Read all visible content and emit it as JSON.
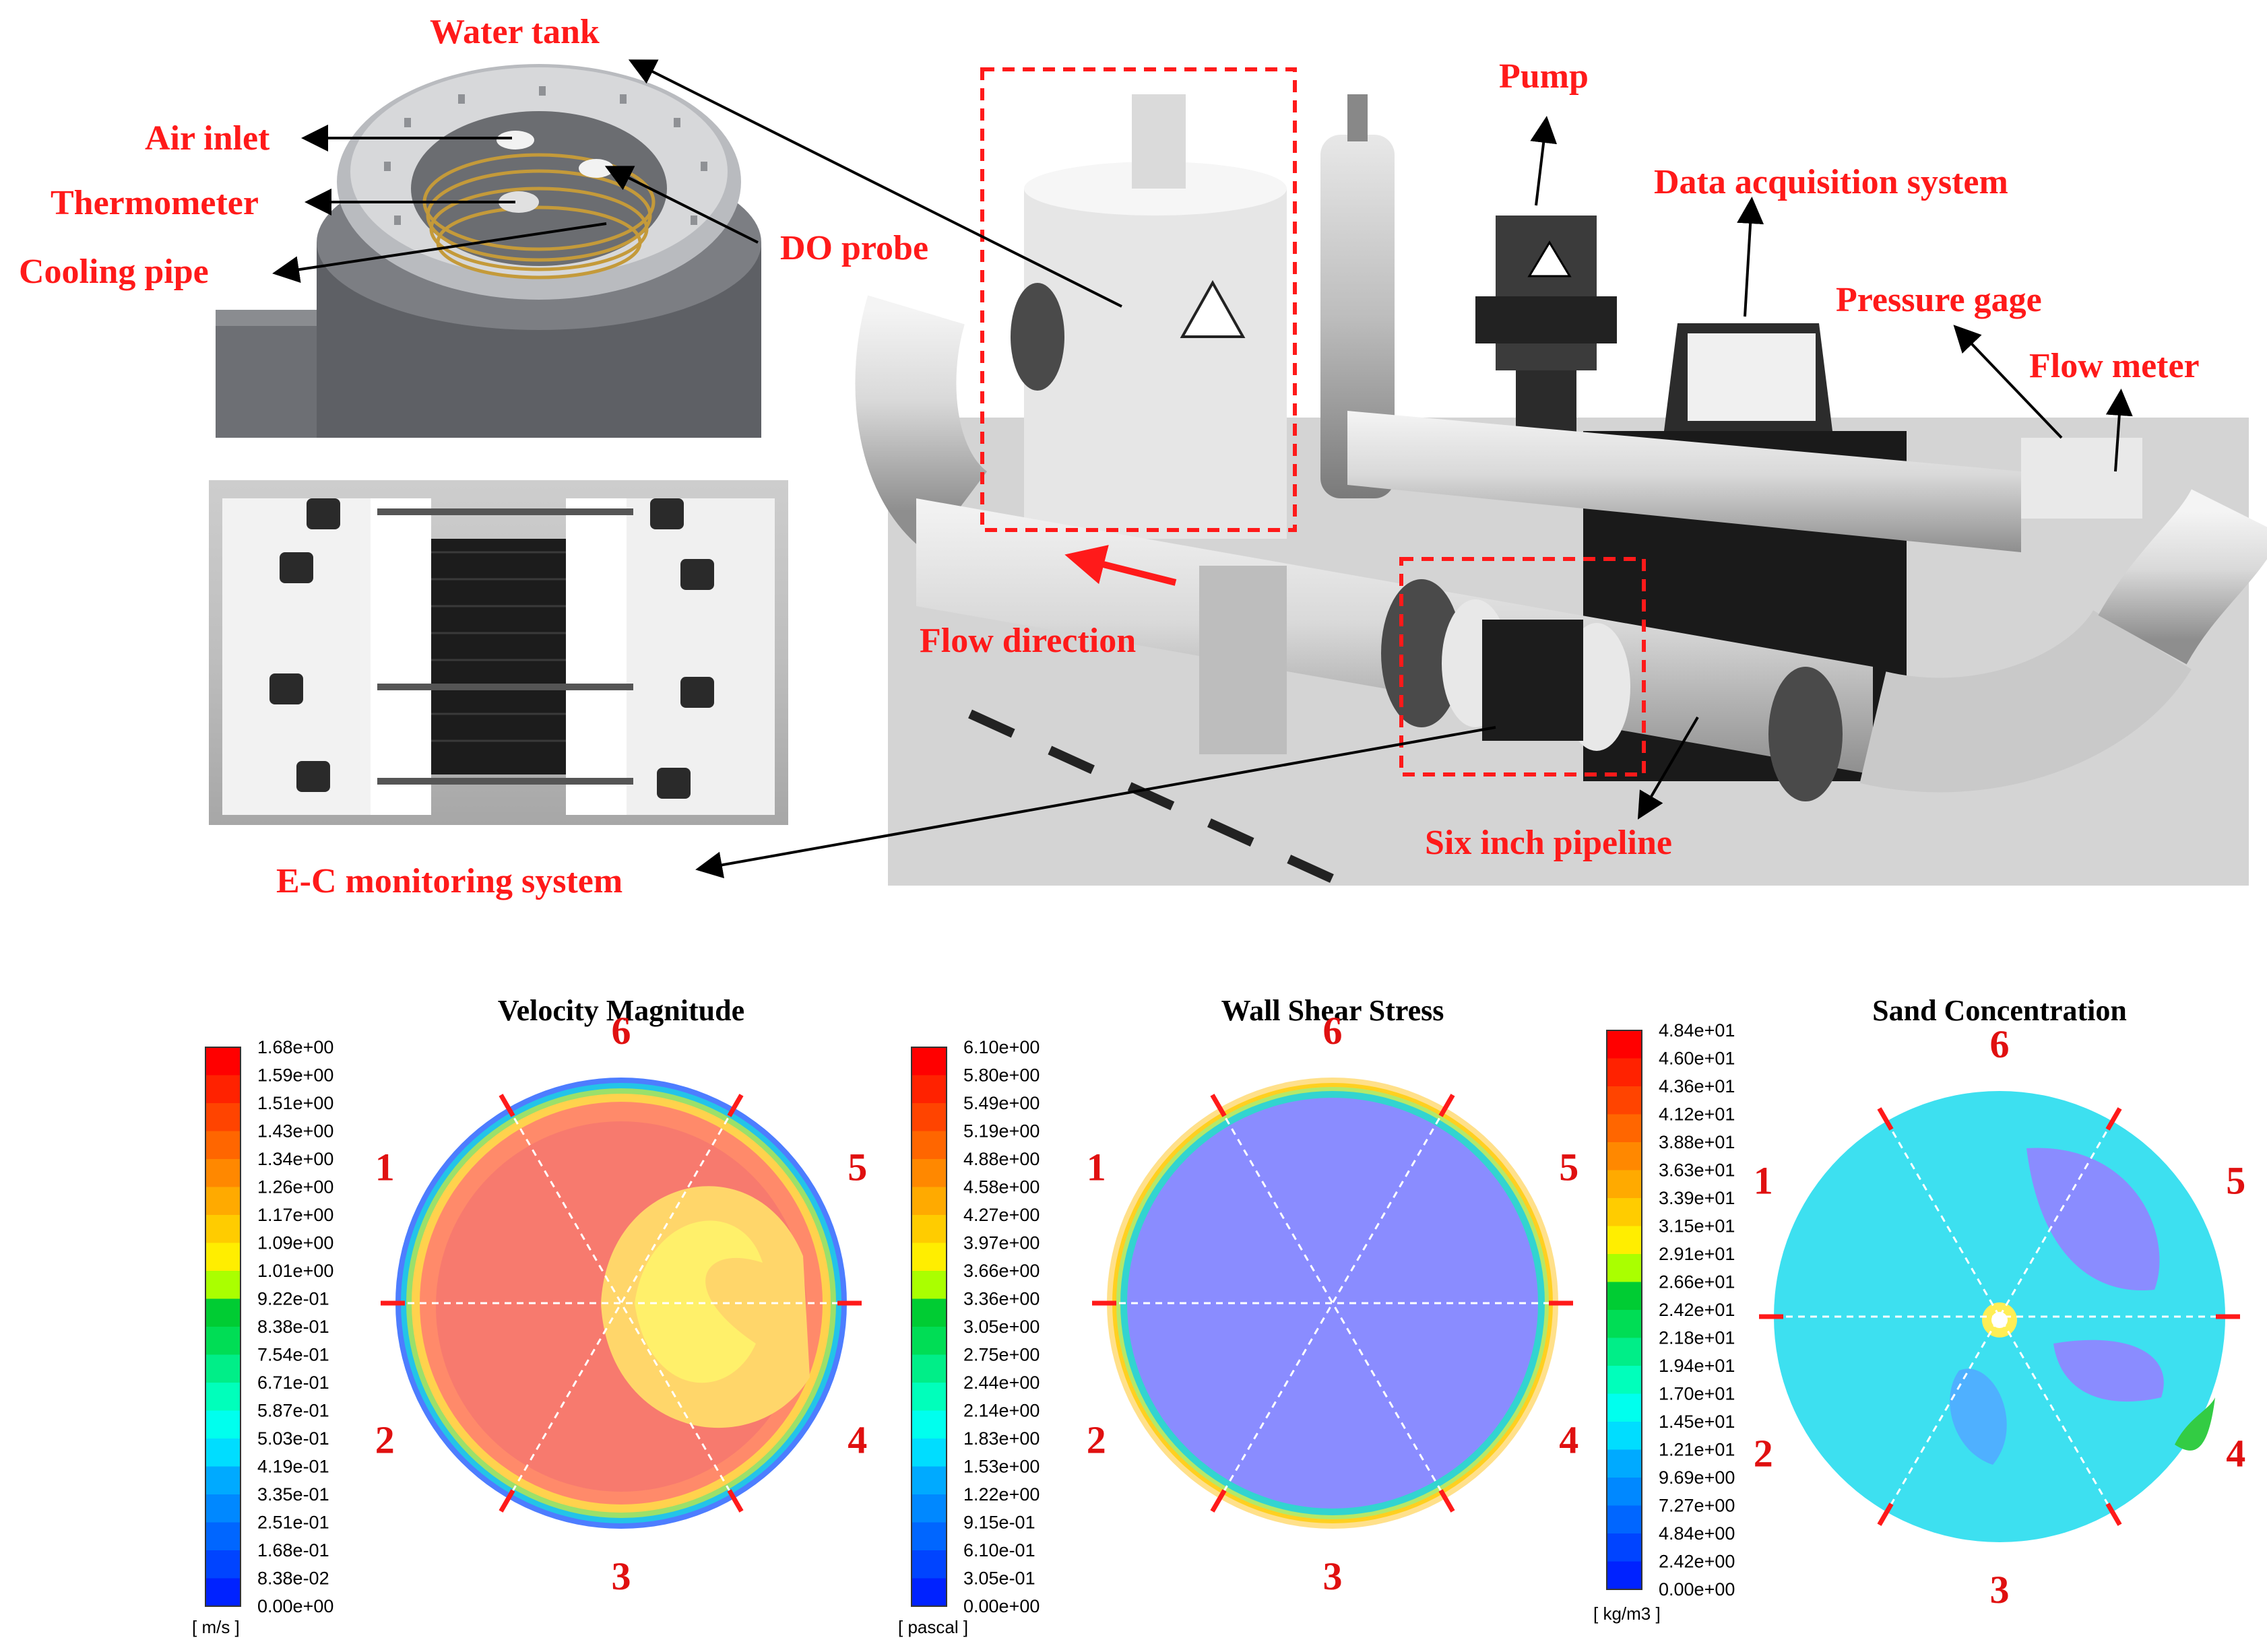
{
  "labels": {
    "water_tank": "Water tank",
    "air_inlet": "Air inlet",
    "thermometer": "Thermometer",
    "cooling_pipe": "Cooling pipe",
    "do_probe": "DO probe",
    "pump": "Pump",
    "data_acquisition": "Data acquisition system",
    "pressure_gage": "Pressure gage",
    "flow_meter": "Flow meter",
    "flow_direction": "Flow direction",
    "six_inch": "Six inch pipeline",
    "ec_monitoring": "E-C monitoring system"
  },
  "plots": [
    {
      "title": "Velocity Magnitude",
      "unit": "[ m/s ]",
      "ticks": [
        "1.68e+00",
        "1.59e+00",
        "1.51e+00",
        "1.43e+00",
        "1.34e+00",
        "1.26e+00",
        "1.17e+00",
        "1.09e+00",
        "1.01e+00",
        "9.22e-01",
        "8.38e-01",
        "7.54e-01",
        "6.71e-01",
        "5.87e-01",
        "5.03e-01",
        "4.19e-01",
        "3.35e-01",
        "2.51e-01",
        "1.68e-01",
        "8.38e-02",
        "0.00e+00"
      ],
      "sections": [
        "1",
        "2",
        "3",
        "4",
        "5",
        "6"
      ]
    },
    {
      "title": "Wall Shear Stress",
      "unit": "[ pascal ]",
      "ticks": [
        "6.10e+00",
        "5.80e+00",
        "5.49e+00",
        "5.19e+00",
        "4.88e+00",
        "4.58e+00",
        "4.27e+00",
        "3.97e+00",
        "3.66e+00",
        "3.36e+00",
        "3.05e+00",
        "2.75e+00",
        "2.44e+00",
        "2.14e+00",
        "1.83e+00",
        "1.53e+00",
        "1.22e+00",
        "9.15e-01",
        "6.10e-01",
        "3.05e-01",
        "0.00e+00"
      ],
      "sections": [
        "1",
        "2",
        "3",
        "4",
        "5",
        "6"
      ]
    },
    {
      "title": "Sand Concentration",
      "unit": "[ kg/m3 ]",
      "ticks": [
        "4.84e+01",
        "4.60e+01",
        "4.36e+01",
        "4.12e+01",
        "3.88e+01",
        "3.63e+01",
        "3.39e+01",
        "3.15e+01",
        "2.91e+01",
        "2.66e+01",
        "2.42e+01",
        "2.18e+01",
        "1.94e+01",
        "1.70e+01",
        "1.45e+01",
        "1.21e+01",
        "9.69e+00",
        "7.27e+00",
        "4.84e+00",
        "2.42e+00",
        "0.00e+00"
      ],
      "sections": [
        "1",
        "2",
        "3",
        "4",
        "5",
        "6"
      ]
    }
  ],
  "colors": {
    "label_red": "#ff1a1a",
    "scale": [
      "#ff0000",
      "#ff2200",
      "#ff4400",
      "#ff6600",
      "#ff8800",
      "#ffaa00",
      "#ffcc00",
      "#ffee00",
      "#aaff00",
      "#00cc33",
      "#00dd55",
      "#00ee88",
      "#00ffbb",
      "#00ffee",
      "#00ddff",
      "#00aaff",
      "#0088ff",
      "#0066ff",
      "#0044ff",
      "#0022ff",
      "#0000ff"
    ]
  }
}
